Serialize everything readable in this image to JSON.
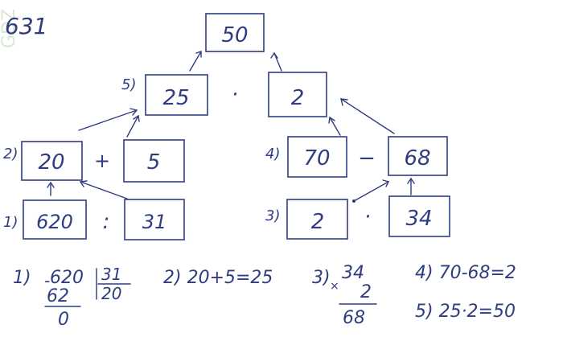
{
  "problem_number": "631",
  "watermark": "GDZ",
  "tree": {
    "top": "50",
    "step5": {
      "label": "5)",
      "left": "25",
      "op": "·",
      "right": "2"
    },
    "step2": {
      "label": "2)",
      "left": "20",
      "op": "+",
      "right": "5"
    },
    "step4": {
      "label": "4)",
      "left": "70",
      "op": "−",
      "right": "68"
    },
    "step1": {
      "label": "1)",
      "left": "620",
      "op": ":",
      "right": "31"
    },
    "step3": {
      "label": "3)",
      "left": "2",
      "op": "·",
      "right": "34"
    }
  },
  "solutions": {
    "s1": {
      "label": "1)",
      "minus": "-",
      "dividend": "620",
      "divisor": "31",
      "subtrahend": "62",
      "quotient": "20",
      "remainder": "0"
    },
    "s2": {
      "text": "2) 20+5=25"
    },
    "s3": {
      "label": "3)",
      "times": "×",
      "top": "34",
      "mult": "2",
      "result": "68"
    },
    "s4": {
      "text": "4) 70-68=2"
    },
    "s5": {
      "text": "5) 25·2=50"
    }
  }
}
